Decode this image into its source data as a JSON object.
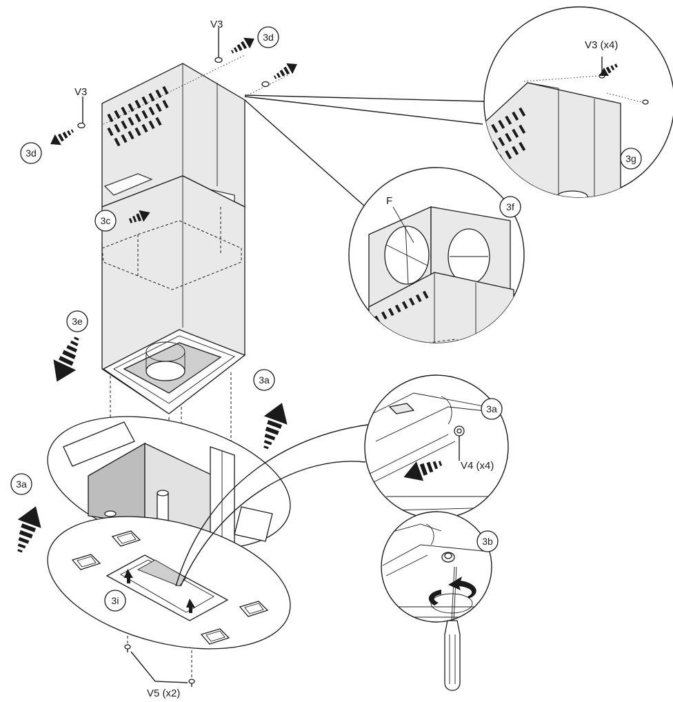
{
  "labels": {
    "v3_top": "V3",
    "v3_left": "V3",
    "v3_x4": "V3 (x4)",
    "f": "F",
    "v4_x4": "V4 (x4)",
    "v5_x2": "V5 (x2)"
  },
  "steps": {
    "s3d_top": "3d",
    "s3d_left": "3d",
    "s3g": "3g",
    "s3f": "3f",
    "s3c": "3c",
    "s3e": "3e",
    "s3a_center": "3a",
    "s3a_detail": "3a",
    "s3a_left": "3a",
    "s3b": "3b",
    "s3i": "3i"
  }
}
